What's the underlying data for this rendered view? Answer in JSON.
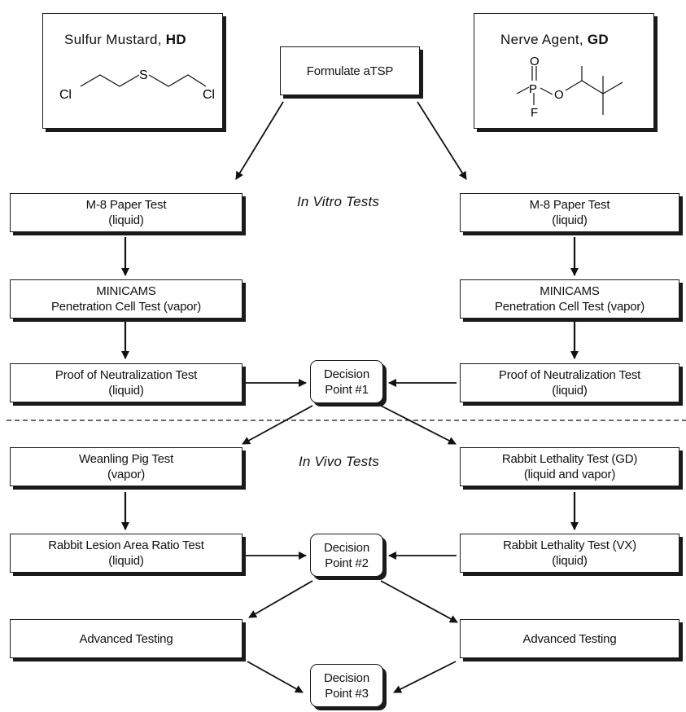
{
  "chemicals": {
    "left": {
      "name": "Sulfur Mustard, ",
      "code": "HD",
      "atoms": {
        "cl1": "Cl",
        "s": "S",
        "cl2": "Cl"
      }
    },
    "right": {
      "name": "Nerve Agent, ",
      "code": "GD",
      "atoms": {
        "o_top": "O",
        "p": "P",
        "f": "F",
        "o_ring": "O"
      }
    }
  },
  "nodes": {
    "formulate": "Formulate aTSP",
    "m8_left": [
      "M-8 Paper Test",
      "(liquid)"
    ],
    "m8_right": [
      "M-8 Paper Test",
      "(liquid)"
    ],
    "minicams_left": [
      "MINICAMS",
      "Penetration Cell Test (vapor)"
    ],
    "minicams_right": [
      "MINICAMS",
      "Penetration Cell Test (vapor)"
    ],
    "proof_left": [
      "Proof of Neutralization Test",
      "(liquid)"
    ],
    "proof_right": [
      "Proof of Neutralization Test",
      "(liquid)"
    ],
    "decision1": [
      "Decision",
      "Point #1"
    ],
    "pig": [
      "Weanling Pig Test",
      "(vapor)"
    ],
    "rabbit_gd": [
      "Rabbit Lethality Test (GD)",
      "(liquid and vapor)"
    ],
    "lesion": [
      "Rabbit Lesion Area Ratio Test",
      "(liquid)"
    ],
    "rabbit_vx": [
      "Rabbit Lethality Test (VX)",
      "(liquid)"
    ],
    "decision2": [
      "Decision",
      "Point #2"
    ],
    "adv_left": "Advanced Testing",
    "adv_right": "Advanced Testing",
    "decision3": [
      "Decision",
      "Point #3"
    ]
  },
  "section_labels": {
    "in_vitro": "In Vitro Tests",
    "in_vivo": "In Vivo Tests"
  }
}
